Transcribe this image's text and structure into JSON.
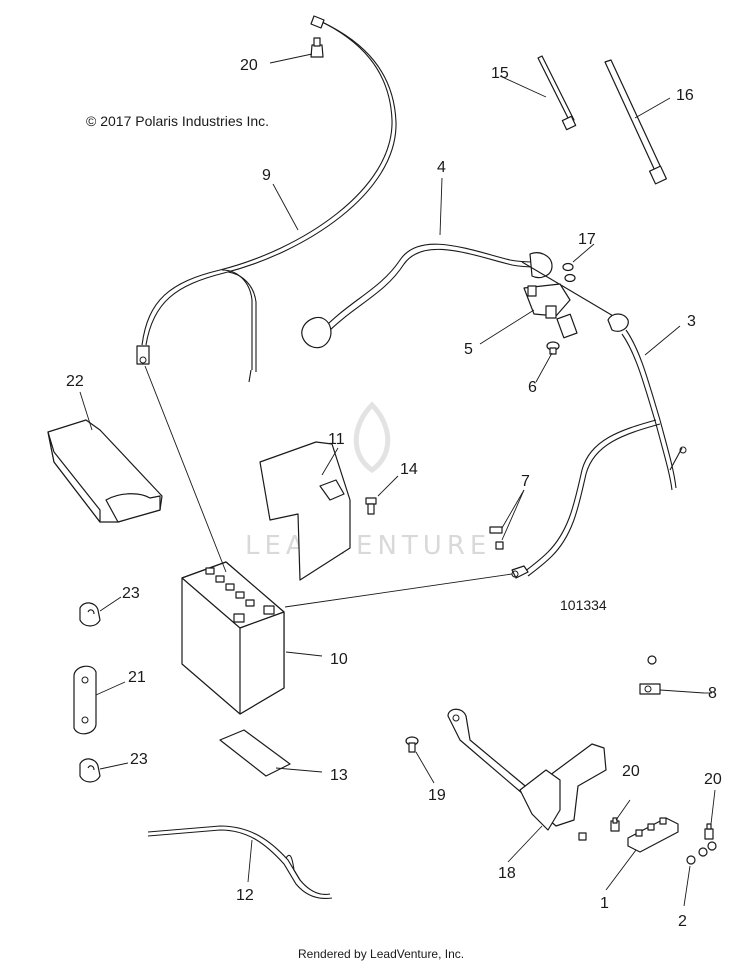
{
  "copyright": "© 2017 Polaris Industries Inc.",
  "diagram_id": "101334",
  "watermark": "LEADVENTURE",
  "footer": "Rendered by LeadVenture, Inc.",
  "callouts": {
    "c1": "1",
    "c2": "2",
    "c3": "3",
    "c4": "4",
    "c5": "5",
    "c6": "6",
    "c7": "7",
    "c8": "8",
    "c9": "9",
    "c10": "10",
    "c11": "11",
    "c12": "12",
    "c13": "13",
    "c14": "14",
    "c15": "15",
    "c16": "16",
    "c17": "17",
    "c18": "18",
    "c19": "19",
    "c20a": "20",
    "c20b": "20",
    "c20c": "20",
    "c21": "21",
    "c22": "22",
    "c23a": "23",
    "c23b": "23"
  }
}
